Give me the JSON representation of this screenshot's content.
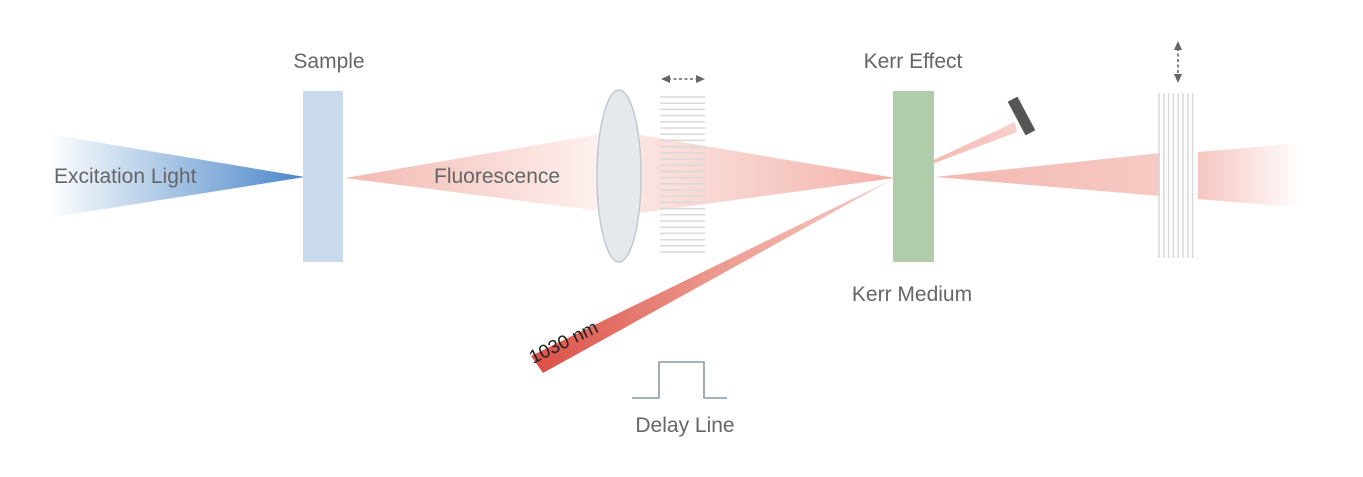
{
  "labels": {
    "excitation_light": "Excitation Light",
    "sample": "Sample",
    "fluorescence": "Fluorescence",
    "kerr_effect": "Kerr Effect",
    "kerr_medium": "Kerr Medium",
    "wavelength": "1030 nm",
    "delay_line": "Delay Line"
  },
  "colors": {
    "excitation_blue": "#4a86c8",
    "sample_fill": "#c9daec",
    "fluorescence_pink": "#f3b8b0",
    "kerr_green": "#b0cca8",
    "lens_gray": "#e3e7ec",
    "pump_red": "#e06055",
    "label_gray": "#666666",
    "mirror_gray": "#555555"
  }
}
